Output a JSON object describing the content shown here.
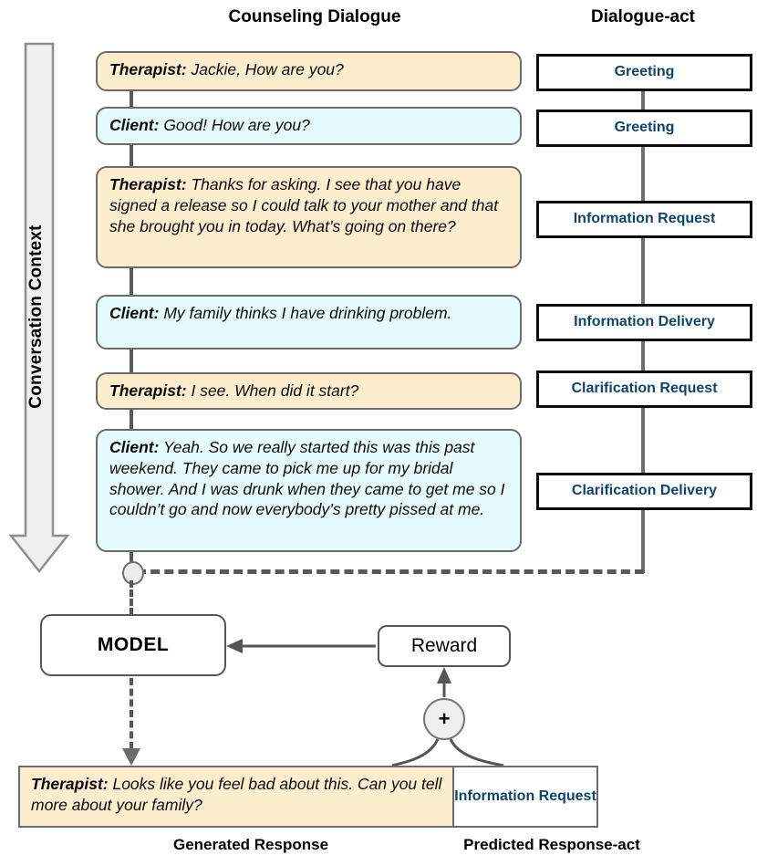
{
  "headers": {
    "dialogue": "Counseling Dialogue",
    "dialogue_act": "Dialogue-act"
  },
  "footers": {
    "generated": "Generated Response",
    "predicted": "Predicted Response-act"
  },
  "context_arrow": {
    "label": "Conversation Context"
  },
  "conversation": {
    "turns": [
      {
        "speaker": "Therapist:",
        "role": "therapist",
        "text": " Jackie, How are you?",
        "act": "Greeting"
      },
      {
        "speaker": "Client:",
        "role": "client",
        "text": " Good! How are you?",
        "act": "Greeting"
      },
      {
        "speaker": "Therapist:",
        "role": "therapist",
        "text": " Thanks for asking. I see that you have signed a release so I could talk to your mother and that she brought you in today. What’s going on there?",
        "act": "Information Request"
      },
      {
        "speaker": "Client:",
        "role": "client",
        "text": " My family thinks I have drinking problem.",
        "act": "Information Delivery"
      },
      {
        "speaker": "Therapist:",
        "role": "therapist",
        "text": " I see. When did it start?",
        "act": "Clarification Request"
      },
      {
        "speaker": "Client:",
        "role": "client",
        "text": " Yeah. So we really started this was this past weekend. They came to pick me up for my bridal  shower. And  I  was  drunk when they came to get me so I couldn’t go and now everybody’s pretty pissed at me.",
        "act": "Clarification Delivery"
      }
    ]
  },
  "model": {
    "label": "MODEL"
  },
  "reward": {
    "label": "Reward"
  },
  "combine": {
    "symbol": "+"
  },
  "response": {
    "speaker": "Therapist:",
    "text": " Looks like you feel bad about this. Can you tell more about your family?",
    "act": "Information Request"
  },
  "colors": {
    "therapist_bubble": "#fdedcf",
    "client_bubble": "#e6fbfb",
    "bubble_border": "#6b6b6b",
    "act_text": "#12436e",
    "act_border": "#0b0b0b",
    "connector": "#555a5c",
    "arrow_fill": "#efefef"
  }
}
